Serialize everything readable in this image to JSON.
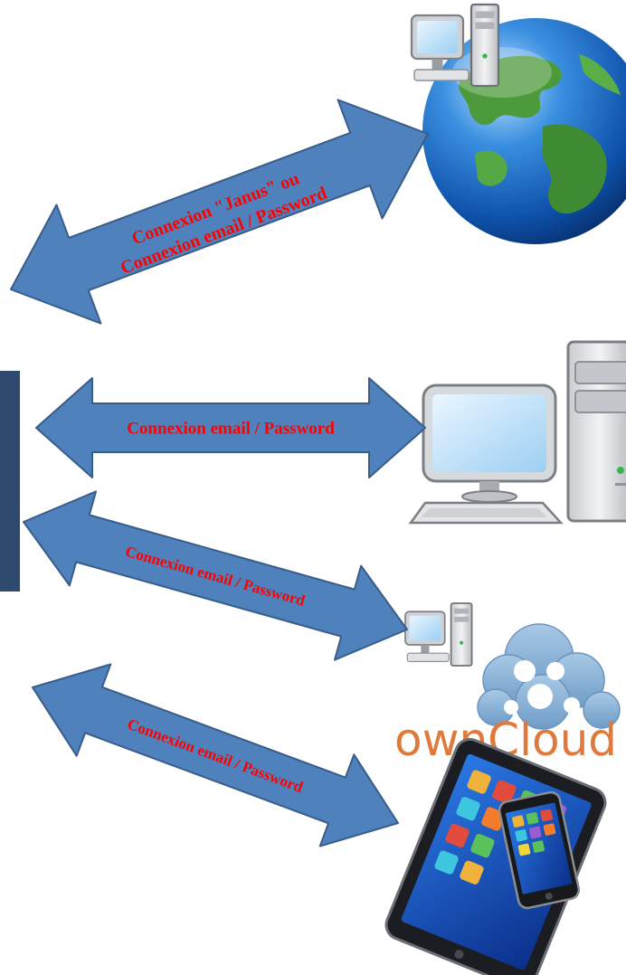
{
  "arrows": [
    {
      "label_lines": [
        "Connexion \"Janus\" ou",
        "Connexion email / Password"
      ]
    },
    {
      "label_lines": [
        "Connexion email / Password"
      ]
    },
    {
      "label_lines": [
        "Connexion email / Password"
      ]
    },
    {
      "label_lines": [
        "Connexion email / Password"
      ]
    }
  ],
  "endpoints": {
    "web": {
      "icon": "globe-with-computer-icon"
    },
    "desktop": {
      "icon": "desktop-computer-icon"
    },
    "owncloud": {
      "icon": "owncloud-logo-icon",
      "logo_text": "ownCloud"
    },
    "mobile": {
      "icon": "tablet-and-phone-icon"
    }
  },
  "colors": {
    "arrow_fill": "#4f81bd",
    "arrow_stroke": "#385d8a",
    "label": "#ff0000",
    "server_panel": "#2e4a6e"
  }
}
